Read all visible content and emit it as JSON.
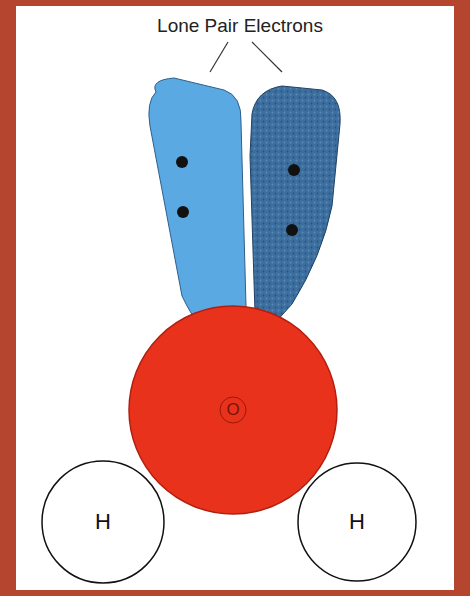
{
  "diagram": {
    "nodes": [
      {
        "text": [
          "O"
        ]
      },
      {
        "text": [
          "H"
        ]
      },
      {
        "text": [
          "H"
        ]
      }
    ],
    "labels": [
      "Lone Pair Electrons"
    ]
  }
}
